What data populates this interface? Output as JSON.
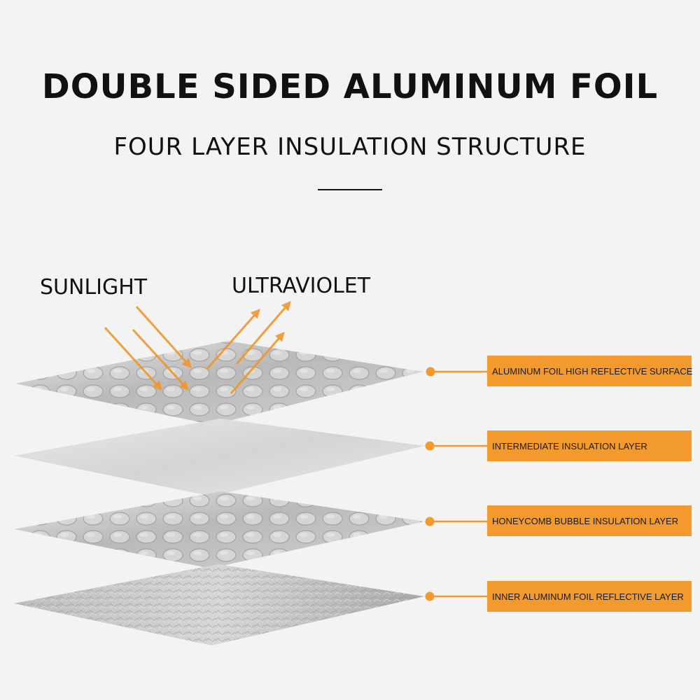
{
  "header": {
    "title": "DOUBLE SIDED ALUMINUM FOIL",
    "subtitle": "FOUR LAYER INSULATION STRUCTURE"
  },
  "annotations": {
    "sunlight": "SUNLIGHT",
    "ultraviolet": "ULTRAVIOLET"
  },
  "layers": [
    {
      "label": "ALUMINUM FOIL HIGH REFLECTIVE SURFACE",
      "texture": "bubble-foil"
    },
    {
      "label": "INTERMEDIATE INSULATION LAYER",
      "texture": "plain-white"
    },
    {
      "label": "HONEYCOMB BUBBLE INSULATION LAYER",
      "texture": "bubble-foil"
    },
    {
      "label": "INNER ALUMINUM FOIL REFLECTIVE LAYER",
      "texture": "crinkled-foil"
    }
  ],
  "colors": {
    "accent": "#f39a2e",
    "arrow": "#f0962c",
    "background": "#f3f3f3",
    "text": "#111111"
  }
}
